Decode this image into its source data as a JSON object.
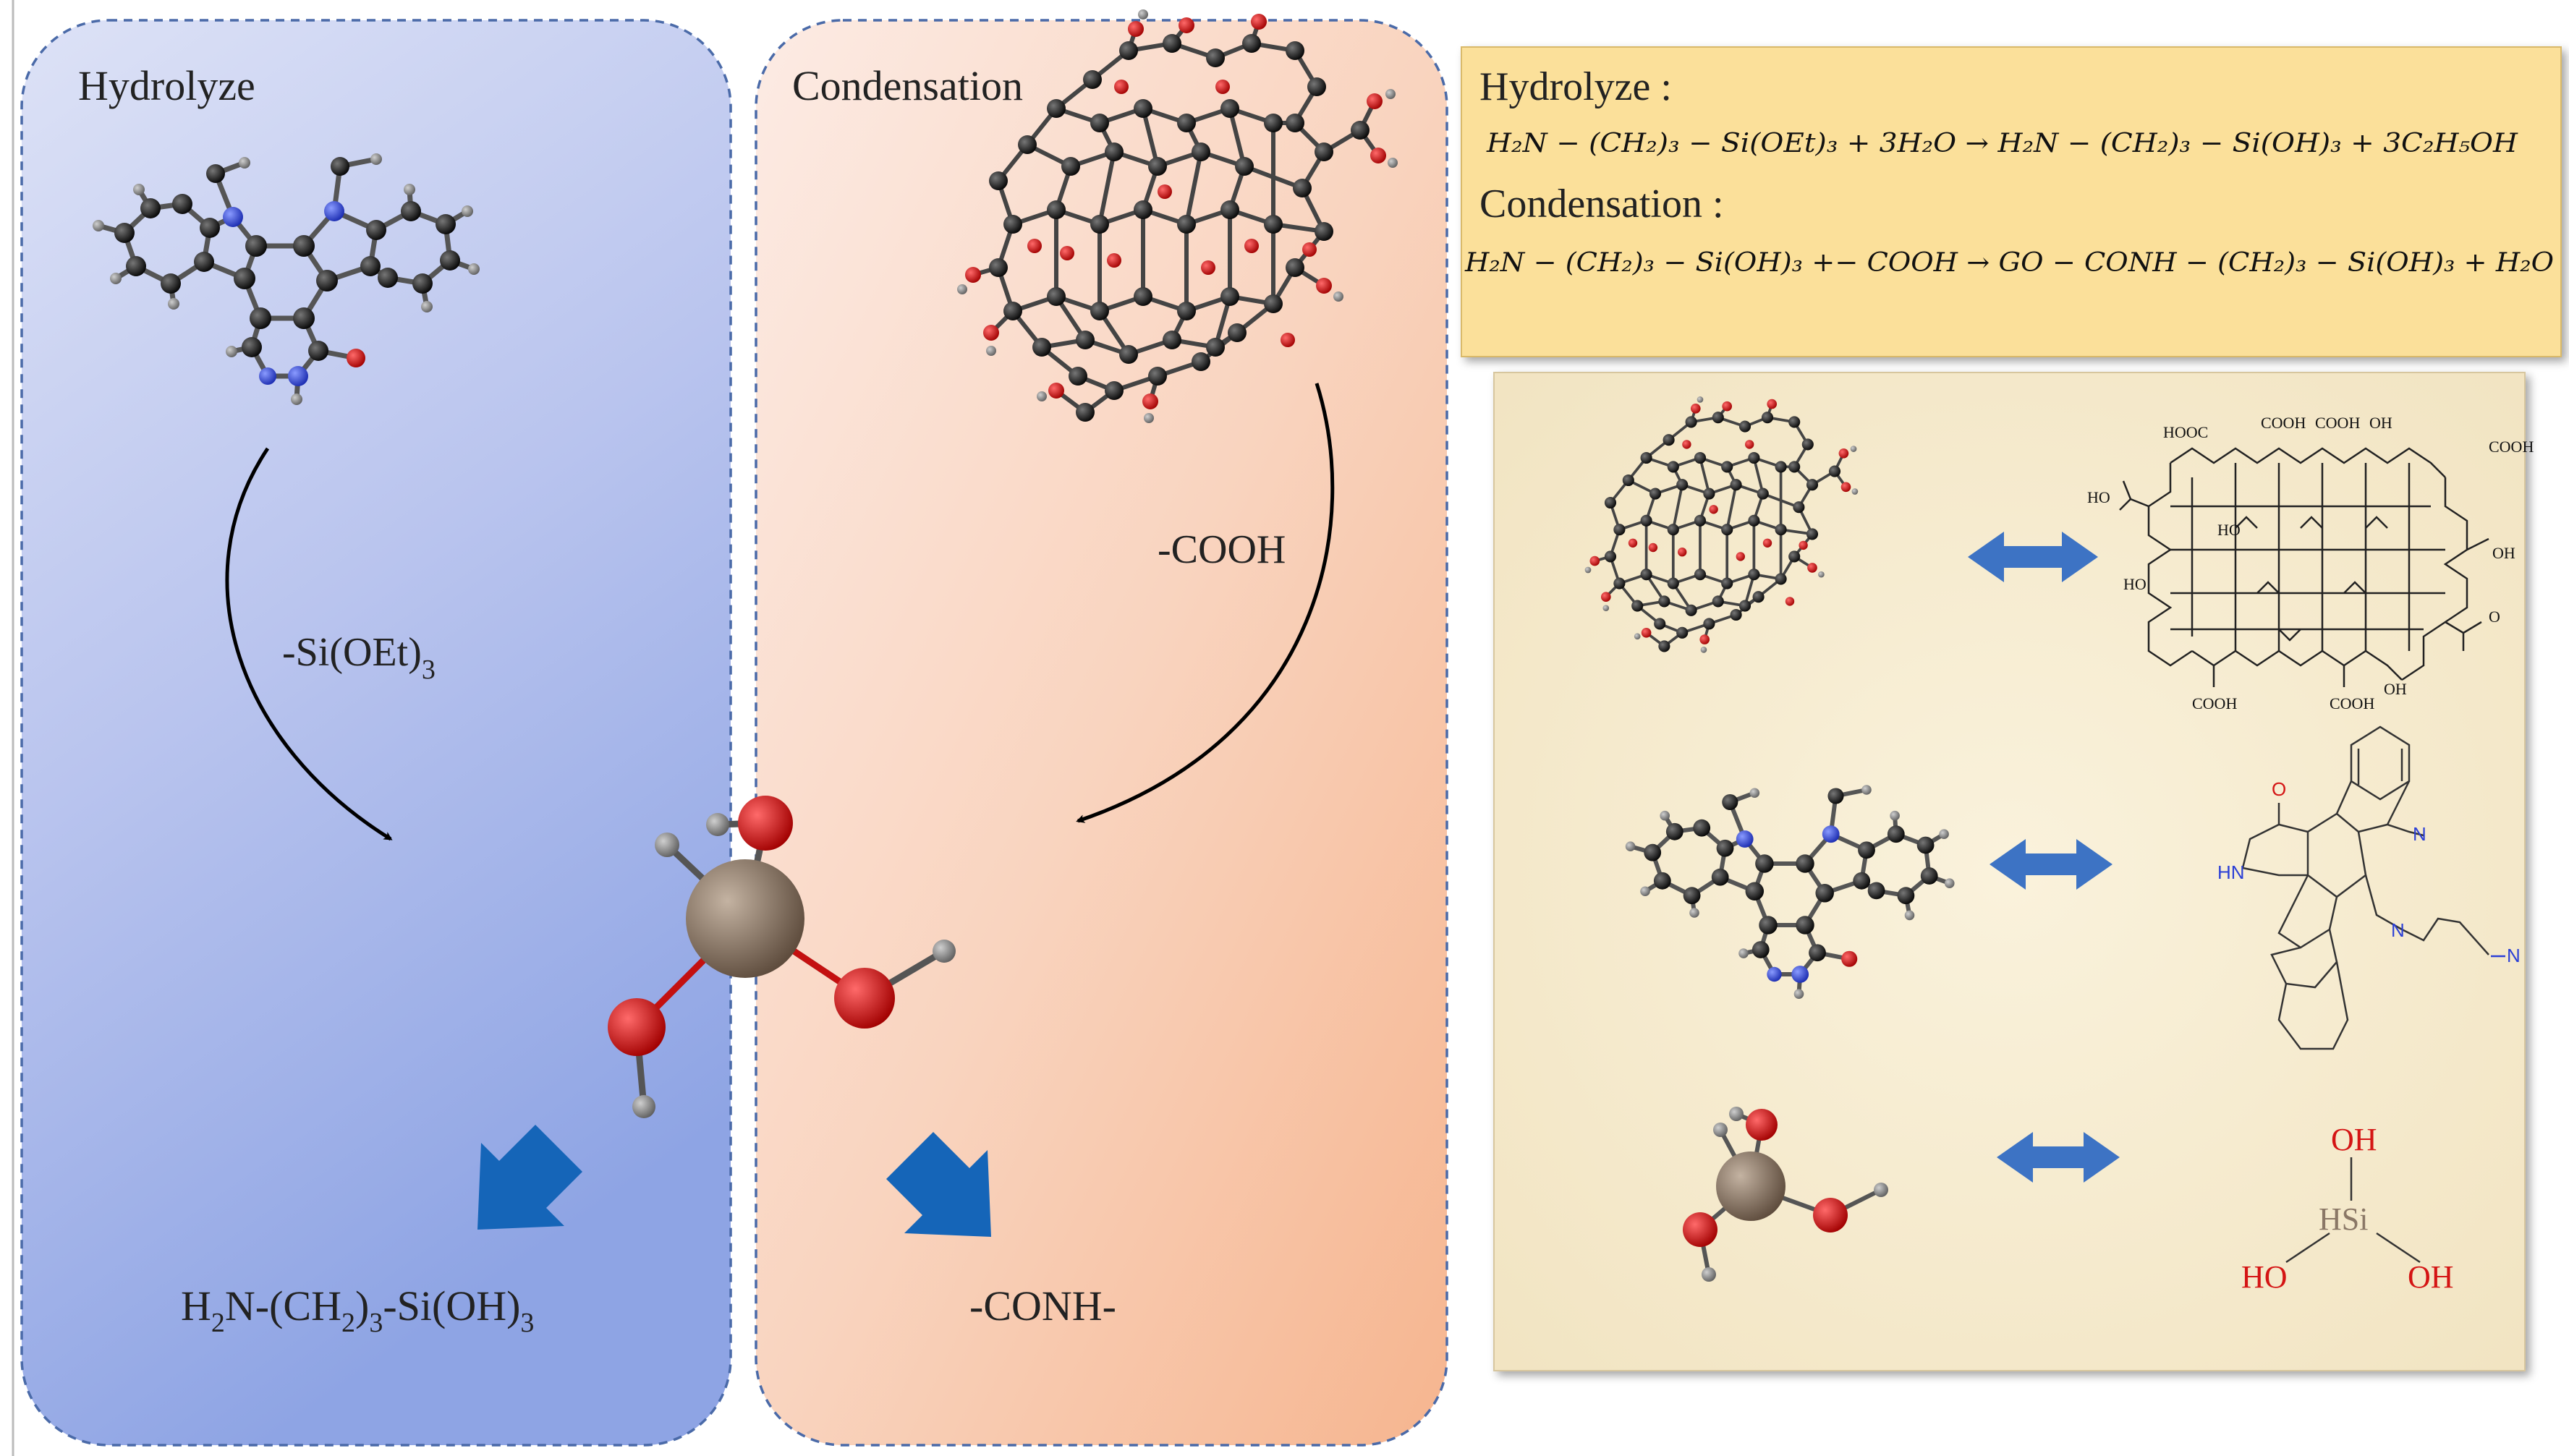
{
  "panels": {
    "hydrolyze": {
      "title": "Hydrolyze",
      "arrow_label": "-Si(OEt)",
      "arrow_label_sub": "3",
      "product_parts": [
        "H",
        "2",
        "N-(CH",
        "2",
        ")",
        "3",
        "-Si(OH)",
        "3"
      ]
    },
    "condensation": {
      "title": "Condensation",
      "arrow_label": "-COOH",
      "product": "-CONH-"
    }
  },
  "equation_box": {
    "hydrolyze_title": "Hydrolyze :",
    "hydrolyze_eq": "H₂N − (CH₂)₃ − Si(OEt)₃ + 3H₂O → H₂N − (CH₂)₃ − Si(OH)₃ + 3C₂H₅OH",
    "condensation_title": "Condensation :",
    "condensation_eq": "H₂N − (CH₂)₃ − Si(OH)₃ +− COOH → GO − CONH − (CH₂)₃ − Si(OH)₃ + H₂O"
  },
  "legend": {
    "go_labels": [
      "HOOC",
      "COOH",
      "COOH",
      "OH",
      "COOH",
      "HO",
      "HO",
      "OH",
      "HO",
      "O",
      "COOH",
      "COOH",
      "OH"
    ],
    "indolo_labels": {
      "carbonyl": "O",
      "amine": "HN",
      "nitrogen1": "N",
      "nitrogen2": "N",
      "nitrile": "N"
    },
    "silanol_labels": {
      "top": "OH",
      "center": "HSi",
      "left": "HO",
      "right": "OH"
    }
  },
  "colors": {
    "carbon": "#111111",
    "oxygen": "#d41414",
    "nitrogen": "#2b3fd6",
    "hydrogen": "#888888",
    "silicon": "#8a7766",
    "arrow_blue": "#1565b8",
    "double_arrow": "#3d73c4",
    "equation_bg": "#fbe09a"
  }
}
